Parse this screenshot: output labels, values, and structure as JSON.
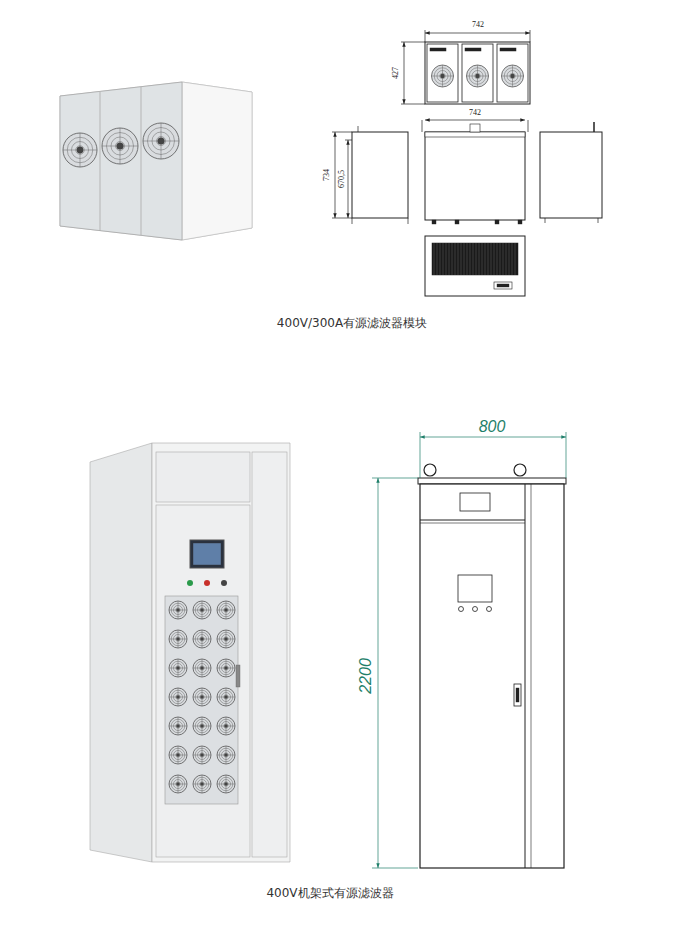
{
  "diagram": {
    "labels": [
      "742",
      "427",
      "742",
      "734",
      "670,5",
      "400V/300A有源滤波器模块",
      "800",
      "2200",
      "400V机架式有源滤波器"
    ]
  }
}
